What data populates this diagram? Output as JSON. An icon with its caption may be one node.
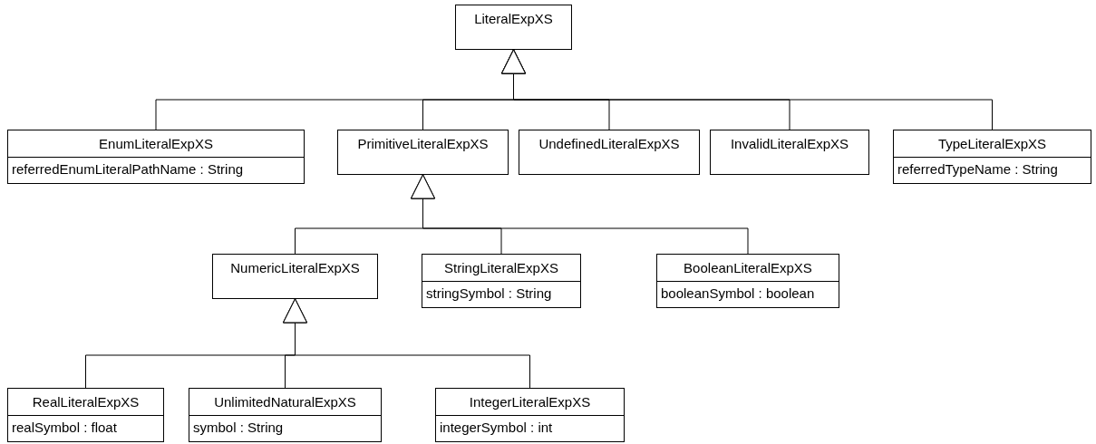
{
  "diagram": {
    "nodes": [
      {
        "text": [
          "LiteralExpXS"
        ]
      },
      {
        "text": [
          "EnumLiteralExpXS",
          "referredEnumLiteralPathName : String"
        ]
      },
      {
        "text": [
          "PrimitiveLiteralExpXS"
        ]
      },
      {
        "text": [
          "UndefinedLiteralExpXS"
        ]
      },
      {
        "text": [
          "InvalidLiteralExpXS"
        ]
      },
      {
        "text": [
          "TypeLiteralExpXS",
          "referredTypeName : String"
        ]
      },
      {
        "text": [
          "NumericLiteralExpXS"
        ]
      },
      {
        "text": [
          "StringLiteralExpXS",
          "stringSymbol : String"
        ]
      },
      {
        "text": [
          "BooleanLiteralExpXS",
          "booleanSymbol : boolean"
        ]
      },
      {
        "text": [
          "RealLiteralExpXS",
          "realSymbol : float"
        ]
      },
      {
        "text": [
          "UnlimitedNaturalExpXS",
          "symbol : String"
        ]
      },
      {
        "text": [
          "IntegerLiteralExpXS",
          "integerSymbol : int"
        ]
      }
    ],
    "edges": [
      {
        "from": 1,
        "to": 0,
        "arrow": "to"
      },
      {
        "from": 2,
        "to": 0,
        "arrow": "to"
      },
      {
        "from": 3,
        "to": 0,
        "arrow": "to"
      },
      {
        "from": 4,
        "to": 0,
        "arrow": "to"
      },
      {
        "from": 5,
        "to": 0,
        "arrow": "to"
      },
      {
        "from": 6,
        "to": 2,
        "arrow": "to"
      },
      {
        "from": 7,
        "to": 2,
        "arrow": "to"
      },
      {
        "from": 8,
        "to": 2,
        "arrow": "to"
      },
      {
        "from": 9,
        "to": 6,
        "arrow": "to"
      },
      {
        "from": 10,
        "to": 6,
        "arrow": "to"
      },
      {
        "from": 11,
        "to": 6,
        "arrow": "to"
      }
    ]
  }
}
